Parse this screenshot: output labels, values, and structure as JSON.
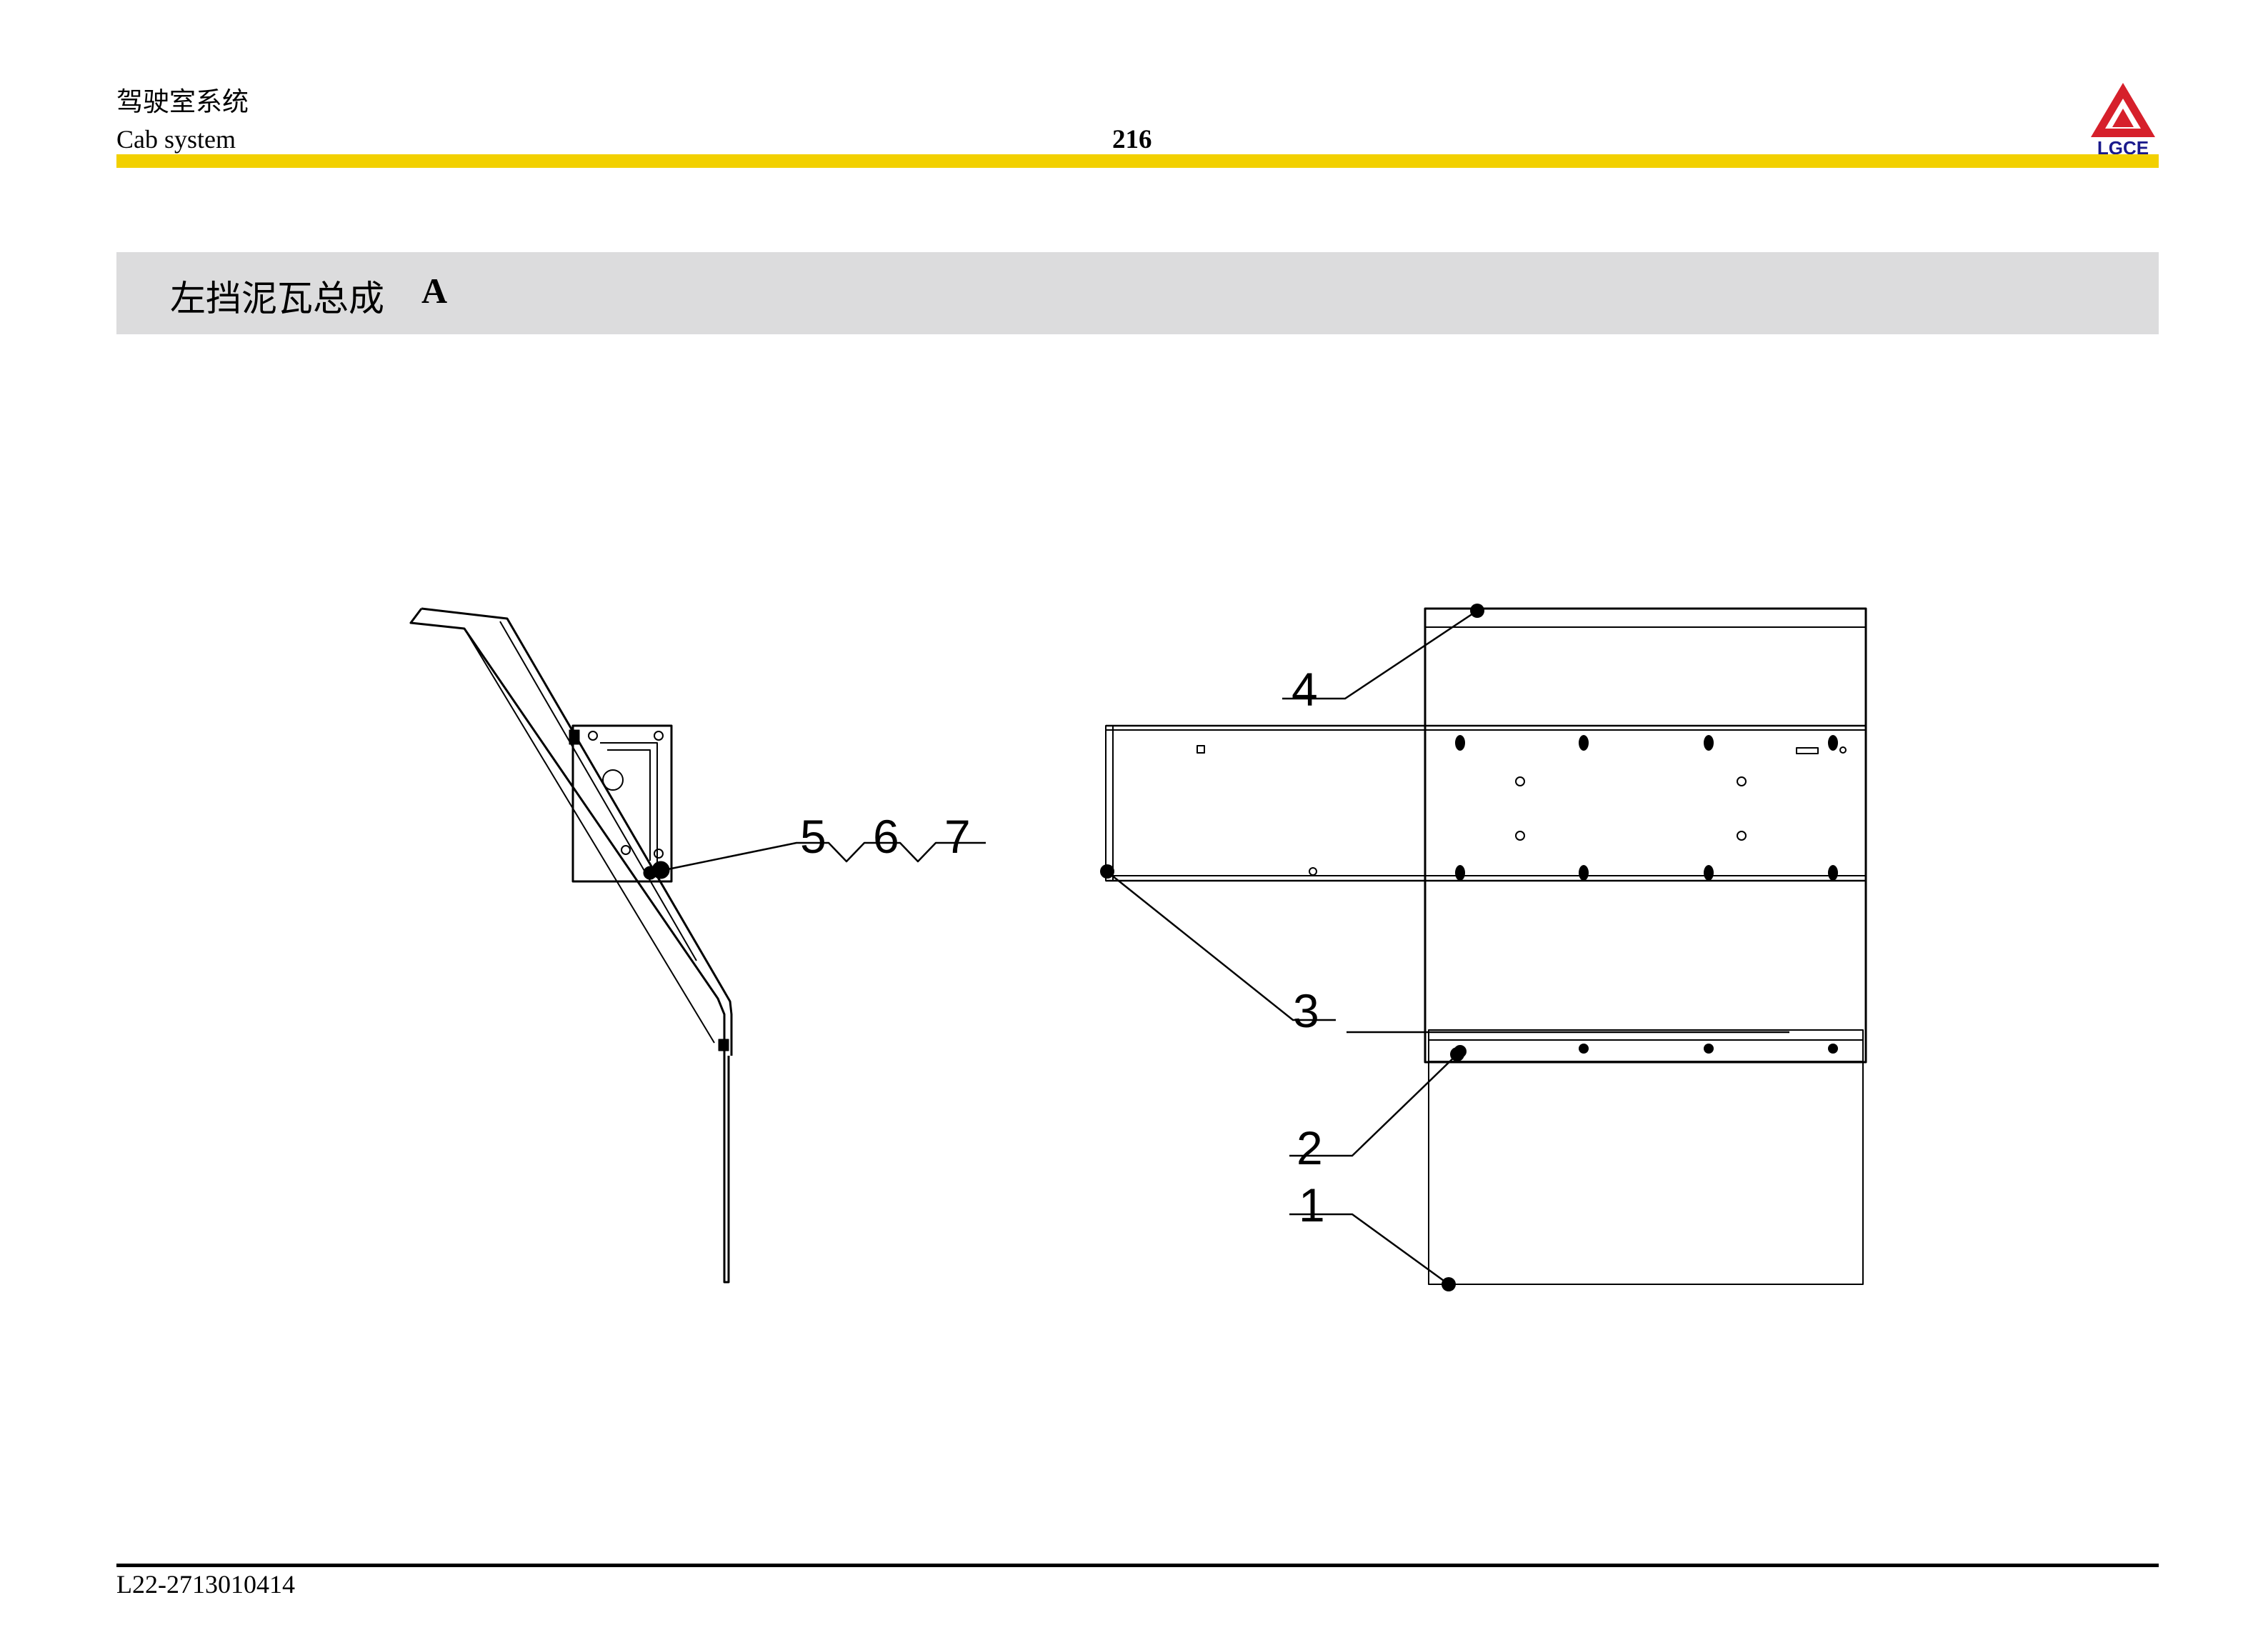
{
  "header": {
    "system_cn": "驾驶室系统",
    "system_en": "Cab system",
    "page_number": "216",
    "logo_text": "LGCE",
    "accent_color": "#f2d000",
    "logo_color": "#d6202b"
  },
  "section": {
    "title_cn": "左挡泥瓦总成",
    "letter": "A",
    "band_color": "#dcdcdd"
  },
  "drawing": {
    "callouts": {
      "c1": "1",
      "c2": "2",
      "c3": "3",
      "c4": "4",
      "c5": "5",
      "c6": "6",
      "c7": "7"
    }
  },
  "footer": {
    "part_code": "L22-2713010414"
  }
}
